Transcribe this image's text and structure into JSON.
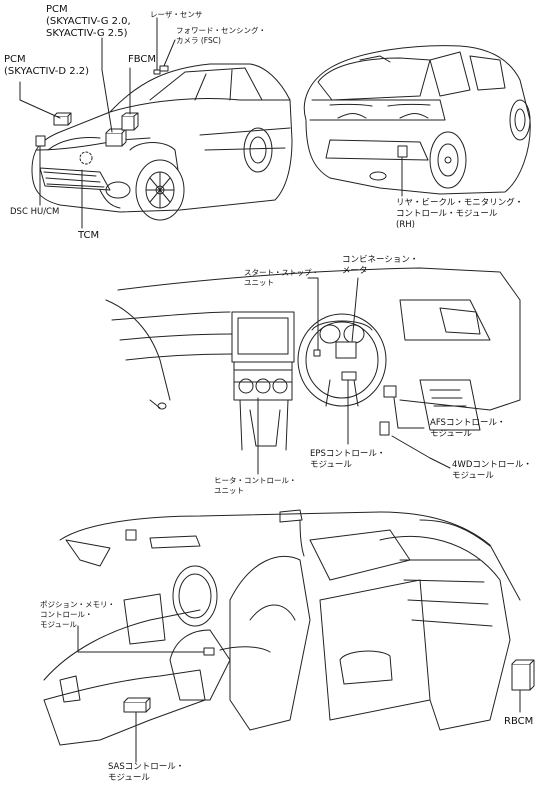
{
  "labels": {
    "pcm_g": "PCM\n(SKYACTIV-G 2.0,\nSKYACTIV-G 2.5)",
    "pcm_d": "PCM\n(SKYACTIV-D 2.2)",
    "laser_sensor": "レーザ・センサ",
    "fsc_camera": "フォワード・センシング・\nカメラ (FSC)",
    "fbcm": "FBCM",
    "dsc_hu_cm": "DSC HU/CM",
    "tcm": "TCM",
    "rear_vehicle_monitoring": "リヤ・ビークル・モニタリング・\nコントロール・モジュール\n(RH)",
    "start_stop_unit": "スタート・ストップ・\nユニット",
    "combination_meter": "コンビネーション・\nメータ",
    "afs_module": "AFSコントロール・\nモジュール",
    "eps_module": "EPSコントロール・\nモジュール",
    "awd_module": "4WDコントロール・\nモジュール",
    "heater_control_unit": "ヒータ・コントロール・\nユニット",
    "position_memory_module": "ポジション・メモリ・\nコントロール・\nモジュール",
    "rbcm": "RBCM",
    "sas_module": "SASコントロール・\nモジュール"
  }
}
